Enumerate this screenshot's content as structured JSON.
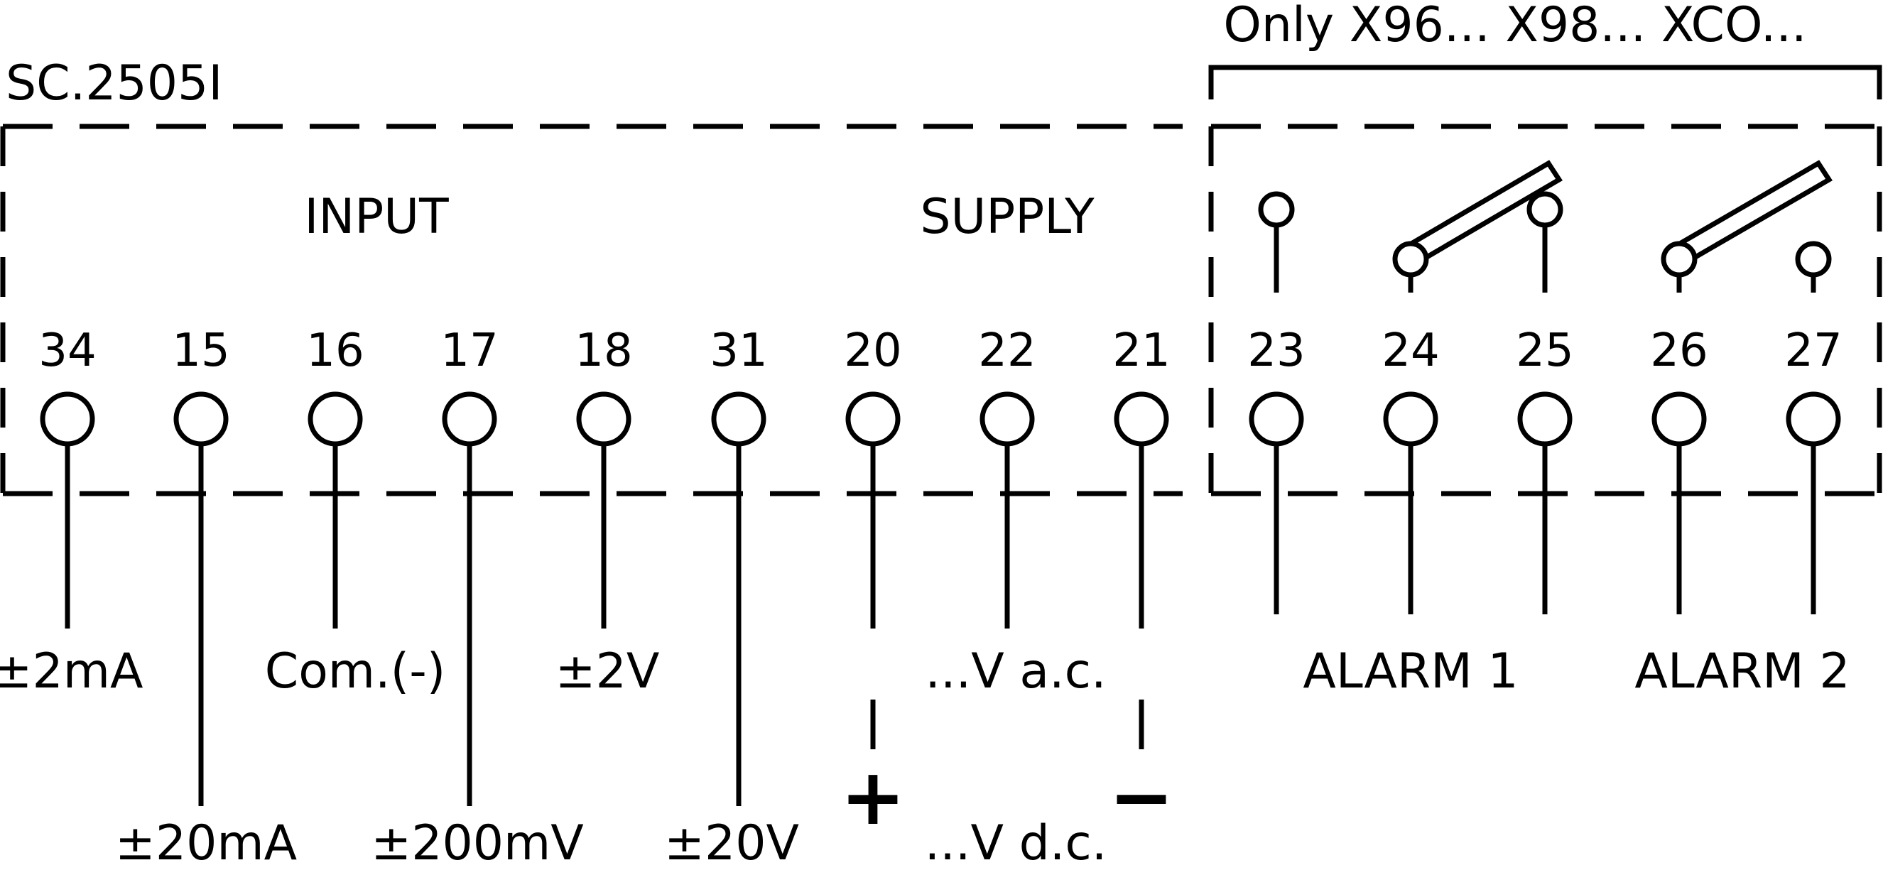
{
  "model": "SC.2505I",
  "option_note": "Only X96... X98... XCO...",
  "section_input": "INPUT",
  "section_supply": "SUPPLY",
  "terminals": [
    "34",
    "15",
    "16",
    "17",
    "18",
    "31",
    "20",
    "22",
    "21",
    "23",
    "24",
    "25",
    "26",
    "27"
  ],
  "input_labels": {
    "t34": "±2mA",
    "t15": "±20mA",
    "t16": "Com.(-)",
    "t17": "±200mV",
    "t18": "±2V",
    "t31": "±20V"
  },
  "supply_labels": {
    "ac": "...V a.c.",
    "dc": "...V d.c.",
    "plus": "+",
    "minus": "−"
  },
  "alarm_labels": {
    "alarm1": "ALARM 1",
    "alarm2": "ALARM 2"
  }
}
